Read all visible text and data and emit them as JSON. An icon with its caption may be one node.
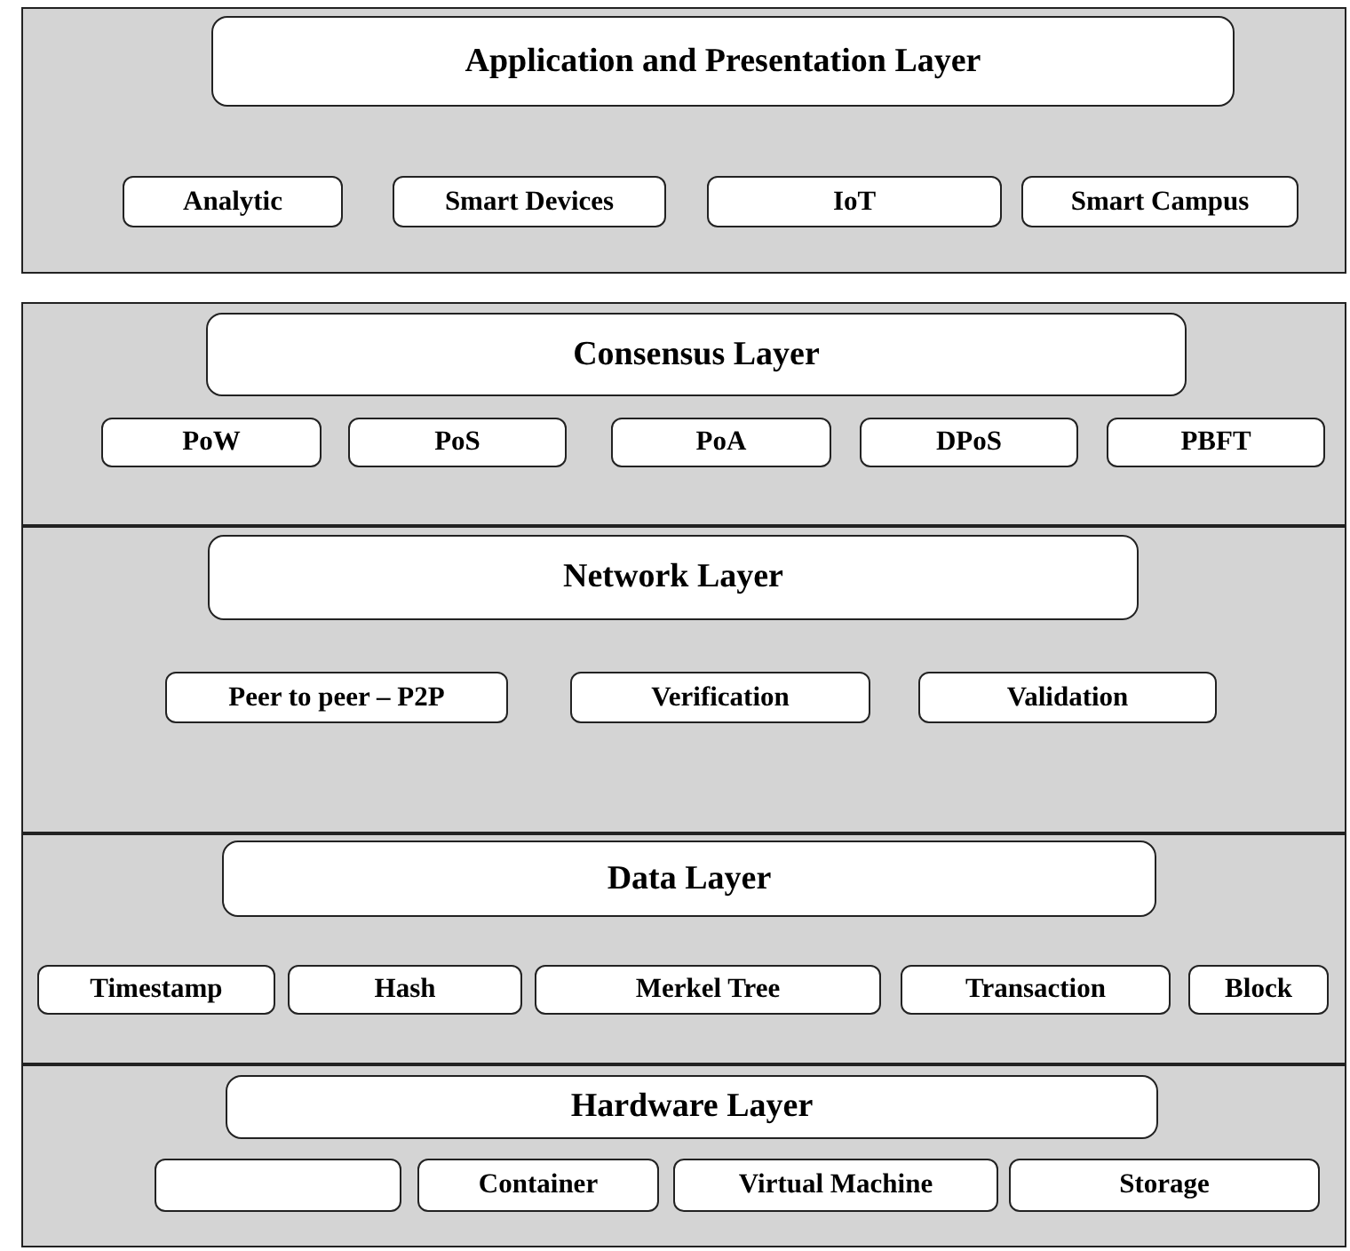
{
  "diagram": {
    "nodes": [
      {
        "text": [],
        "shape": "box"
      },
      {
        "text": [
          "Application and Presentation Layer"
        ],
        "in": 0
      },
      {
        "text": [
          "Analytic"
        ],
        "in": 0
      },
      {
        "text": [
          "Smart Devices"
        ],
        "in": 0
      },
      {
        "text": [
          "IoT"
        ],
        "in": 0
      },
      {
        "text": [
          "Smart Campus"
        ],
        "in": 0
      },
      {
        "text": [],
        "shape": "box"
      },
      {
        "text": [
          "Consensus Layer"
        ],
        "in": 6
      },
      {
        "text": [
          "PoW"
        ],
        "in": 6
      },
      {
        "text": [
          "PoS"
        ],
        "in": 6
      },
      {
        "text": [
          "PoA"
        ],
        "in": 6
      },
      {
        "text": [
          "DPoS"
        ],
        "in": 6
      },
      {
        "text": [
          "PBFT"
        ],
        "in": 6
      },
      {
        "text": [],
        "shape": "box"
      },
      {
        "text": [
          "Network Layer"
        ],
        "in": 13
      },
      {
        "text": [
          "Peer to peer – P2P"
        ],
        "in": 13
      },
      {
        "text": [
          "Verification"
        ],
        "in": 13
      },
      {
        "text": [
          "Validation"
        ],
        "in": 13
      },
      {
        "text": [],
        "shape": "box"
      },
      {
        "text": [
          "Data Layer"
        ],
        "in": 18
      },
      {
        "text": [
          "Timestamp"
        ],
        "in": 18
      },
      {
        "text": [
          "Hash"
        ],
        "in": 18
      },
      {
        "text": [
          "Merkel Tree"
        ],
        "in": 18
      },
      {
        "text": [
          "Transaction"
        ],
        "in": 18
      },
      {
        "text": [
          "Block"
        ],
        "in": 18
      },
      {
        "text": [],
        "shape": "box"
      },
      {
        "text": [
          "Hardware Layer"
        ],
        "in": 25
      },
      {
        "text": [],
        "shape": "box",
        "in": 25
      },
      {
        "text": [
          "Container"
        ],
        "in": 25
      },
      {
        "text": [
          "Virtual Machine"
        ],
        "in": 25
      },
      {
        "text": [
          "Storage"
        ],
        "in": 25
      }
    ]
  }
}
